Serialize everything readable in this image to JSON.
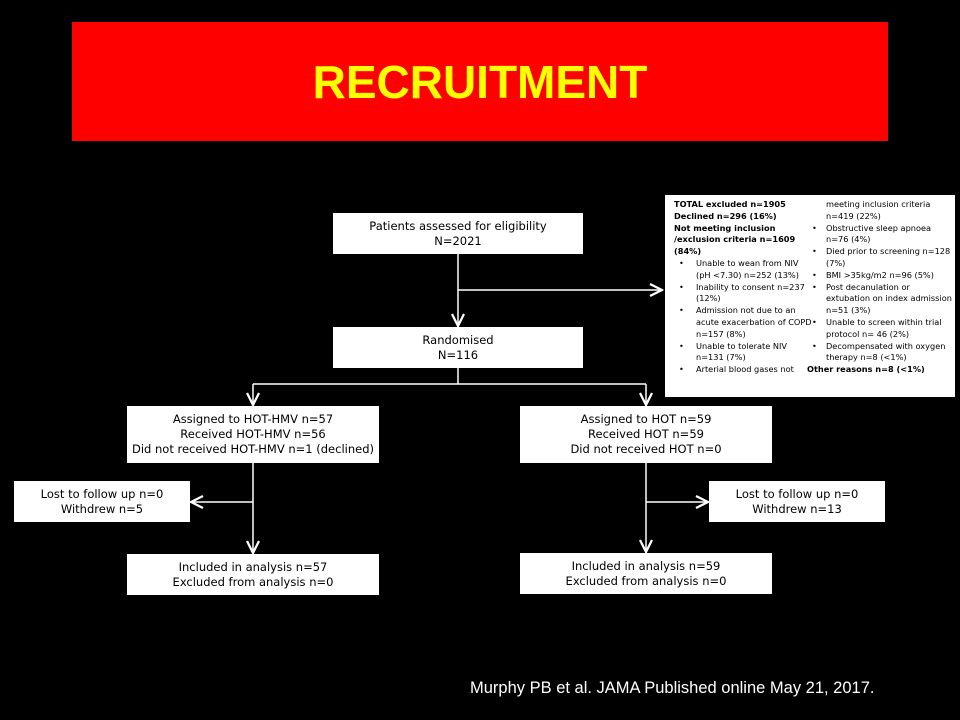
{
  "title": "RECRUITMENT",
  "eligibility": {
    "line1": "Patients assessed for eligibility",
    "line2": "N=2021"
  },
  "randomised": {
    "line1": "Randomised",
    "line2": "N=116"
  },
  "hmv": {
    "line1": "Assigned to HOT-HMV n=57",
    "line2": "Received HOT-HMV n=56",
    "line3": "Did not received HOT-HMV n=1 (declined)"
  },
  "hot": {
    "line1": "Assigned to HOT n=59",
    "line2": "Received HOT n=59",
    "line3": "Did not received HOT n=0"
  },
  "lost_left": {
    "line1": "Lost to follow up n=0",
    "line2": "Withdrew n=5"
  },
  "lost_right": {
    "line1": "Lost to follow up n=0",
    "line2": "Withdrew n=13"
  },
  "incl_left": {
    "line1": "Included in analysis n=57",
    "line2": "Excluded from analysis n=0"
  },
  "incl_right": {
    "line1": "Included in analysis n=59",
    "line2": "Excluded from analysis n=0"
  },
  "excluded": {
    "total": "TOTAL excluded n=1905",
    "declined": "Declined n=296 (16%)",
    "not_meeting": "Not meeting inclusion /exclusion criteria n=1609 (84%)",
    "left_items": [
      "Unable to wean from NIV (pH <7.30) n=252 (13%)",
      "Inability to consent n=237 (12%)",
      "Admission not due to an acute exacerbation of COPD n=157 (8%)",
      "Unable to tolerate NIV n=131 (7%)",
      "Arterial blood gases not"
    ],
    "right_cont": "meeting inclusion criteria n=419 (22%)",
    "right_items": [
      "Obstructive sleep apnoea n=76 (4%)",
      "Died prior to screening n=128 (7%)",
      "BMI >35kg/m2 n=96 (5%)",
      "Post decanulation or extubation on index admission n=51 (3%)",
      "Unable to screen within trial protocol n= 46 (2%)",
      "Decompensated with oxygen therapy n=8 (<1%)"
    ],
    "other": "Other reasons n=8 (<1%)"
  },
  "citation": "Murphy PB et al. JAMA Published online May 21, 2017."
}
